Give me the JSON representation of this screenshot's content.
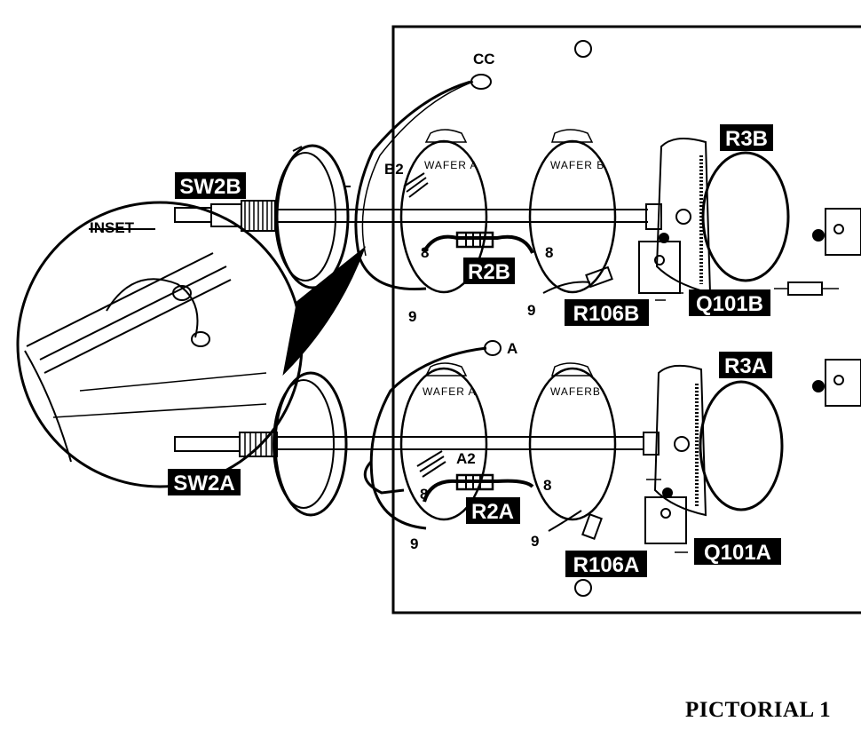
{
  "labels": {
    "sw2b": "SW2B",
    "sw2a": "SW2A",
    "r3b": "R3B",
    "r3a": "R3A",
    "r2b": "R2B",
    "r2a": "R2A",
    "r106b": "R106B",
    "r106a": "R106A",
    "q101b": "Q101B",
    "q101a": "Q101A"
  },
  "text": {
    "inset": "INSET",
    "cc": "CC",
    "a": "A",
    "b2": "B2",
    "a2": "A2",
    "wafer_a": "WAFER A",
    "wafer_b": "WAFER B",
    "wafer_b_lower": "WAFERB",
    "lug8": "8",
    "lug9": "9"
  },
  "caption": "PICTORIAL 1"
}
